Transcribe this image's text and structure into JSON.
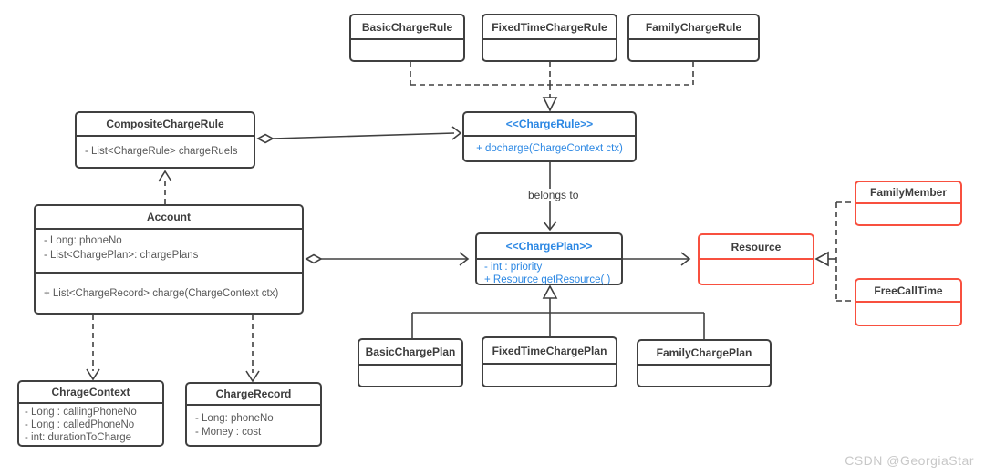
{
  "classes": {
    "basicChargeRule": {
      "title": "BasicChargeRule"
    },
    "fixedTimeChargeRule": {
      "title": "FixedTimeChargeRule"
    },
    "familyChargeRule": {
      "title": "FamilyChargeRule"
    },
    "compositeChargeRule": {
      "title": "CompositeChargeRule",
      "attributes": [
        "- List<ChargeRule> chargeRuels"
      ]
    },
    "chargeRule": {
      "title": "<<ChargeRule>>",
      "methods": [
        "+ docharge(ChargeContext ctx)"
      ]
    },
    "account": {
      "title": "Account",
      "attributes": [
        "- Long: phoneNo",
        "- List<ChargePlan>: chargePlans"
      ],
      "methods": [
        "+ List<ChargeRecord> charge(ChargeContext ctx)"
      ]
    },
    "chargePlan": {
      "title": "<<ChargePlan>>",
      "members": [
        "- int : priority",
        "+ Resource getResource( )"
      ]
    },
    "resource": {
      "title": "Resource"
    },
    "familyMember": {
      "title": "FamilyMember"
    },
    "freeCallTime": {
      "title": "FreeCallTime"
    },
    "basicChargePlan": {
      "title": "BasicChargePlan"
    },
    "fixedTimeChargePlan": {
      "title": "FixedTimeChargePlan"
    },
    "familyChargePlan": {
      "title": "FamilyChargePlan"
    },
    "chrageContext": {
      "title": "ChrageContext",
      "attributes": [
        "- Long : callingPhoneNo",
        "- Long : calledPhoneNo",
        "- int: durationToCharge"
      ]
    },
    "chargeRecord": {
      "title": "ChargeRecord",
      "attributes": [
        "- Long: phoneNo",
        "- Money : cost"
      ]
    }
  },
  "labels": {
    "belongs_to": "belongs to"
  },
  "watermark": "CSDN @GeorgiaStar",
  "relationships": [
    {
      "from": "BasicChargeRule",
      "to": "<<ChargeRule>>",
      "type": "realization-dashed-hollow-triangle"
    },
    {
      "from": "FixedTimeChargeRule",
      "to": "<<ChargeRule>>",
      "type": "realization-dashed-hollow-triangle"
    },
    {
      "from": "FamilyChargeRule",
      "to": "<<ChargeRule>>",
      "type": "realization-dashed-hollow-triangle"
    },
    {
      "from": "CompositeChargeRule",
      "to": "<<ChargeRule>>",
      "type": "aggregation-open-diamond-arrow"
    },
    {
      "from": "Account",
      "to": "CompositeChargeRule",
      "type": "dependency-dashed-open-arrow"
    },
    {
      "from": "<<ChargeRule>>",
      "to": "<<ChargePlan>>",
      "type": "directed-association",
      "label": "belongs to"
    },
    {
      "from": "Account",
      "to": "<<ChargePlan>>",
      "type": "aggregation-open-diamond-arrow"
    },
    {
      "from": "<<ChargePlan>>",
      "to": "Resource",
      "type": "directed-association"
    },
    {
      "from": "FamilyMember",
      "to": "Resource",
      "type": "realization-dashed-hollow-triangle"
    },
    {
      "from": "FreeCallTime",
      "to": "Resource",
      "type": "realization-dashed-hollow-triangle"
    },
    {
      "from": "BasicChargePlan",
      "to": "<<ChargePlan>>",
      "type": "generalization-hollow-triangle"
    },
    {
      "from": "FixedTimeChargePlan",
      "to": "<<ChargePlan>>",
      "type": "generalization-hollow-triangle"
    },
    {
      "from": "FamilyChargePlan",
      "to": "<<ChargePlan>>",
      "type": "generalization-hollow-triangle"
    },
    {
      "from": "Account",
      "to": "ChrageContext",
      "type": "dependency-dashed-open-arrow"
    },
    {
      "from": "Account",
      "to": "ChargeRecord",
      "type": "dependency-dashed-open-arrow"
    }
  ],
  "colors": {
    "box_border": "#404040",
    "red_border": "#f8503f",
    "blue_text": "#2b87e3",
    "member_text": "#595959",
    "watermark_text": "#c8c8c8"
  }
}
